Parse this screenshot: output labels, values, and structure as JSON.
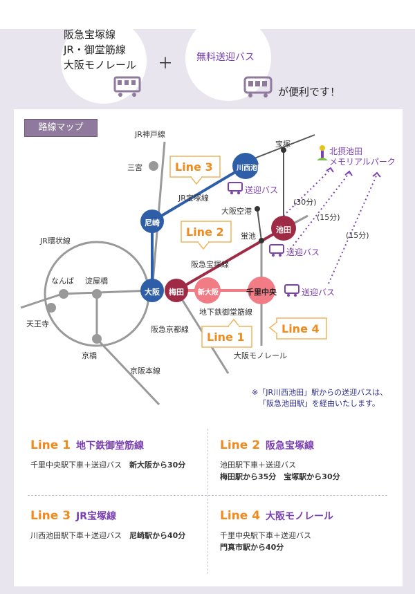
{
  "header": {
    "lines": [
      "阪急宝塚線",
      "JR・御堂筋線",
      "大阪モノレール"
    ],
    "plus": "＋",
    "bus_label": "無料送迎バス",
    "tagline": "が便利です！"
  },
  "map": {
    "title": "路線マップ",
    "stations": {
      "kawanishi": "川西池田",
      "amagasaki": "尼崎",
      "osaka": "大阪",
      "umeda": "梅田",
      "shinosaka": "新大阪",
      "senrichuo": "千里中央",
      "ikeda": "池田"
    },
    "labels": {
      "jr_kobe": "JR神戸線",
      "sannomiya": "三宮",
      "takarazuka": "宝塚",
      "jr_takarazuka": "JR宝塚線",
      "osaka_airport": "大阪空港",
      "hotarugaike": "蛍池",
      "hankyu_takarazuka": "阪急宝塚線",
      "jr_loop": "JR環状線",
      "namba": "なんば",
      "yodoyabashi": "淀屋橋",
      "tennoji": "天王寺",
      "kyobashi": "京橋",
      "keihan": "京阪本線",
      "hankyu_kyoto": "阪急京都線",
      "midosuji": "地下鉄御堂筋線",
      "monorail": "大阪モノレール",
      "park_1": "北摂池田",
      "park_2": "メモリアルパーク",
      "bus_1": "送迎バス",
      "bus_2": "送迎バス",
      "bus_3": "送迎バス",
      "time_1": "(30分)",
      "time_2": "(15分)",
      "time_3": "(15分)"
    },
    "callouts": {
      "line1": "Line 1",
      "line2": "Line 2",
      "line3": "Line 3",
      "line4": "Line 4"
    },
    "note": [
      "※「JR川西池田」駅からの送迎バスは、",
      "「阪急池田駅」を経由いたします。"
    ],
    "colors": {
      "blue": "#2f5ea8",
      "red": "#9e2a45",
      "pink": "#f27c86",
      "purple": "#7a3fb0",
      "orange": "#f08a1c",
      "gray": "#999999"
    }
  },
  "info": [
    {
      "num": "Line 1",
      "name": "地下鉄御堂筋線",
      "text": [
        "千里中央駅下車＋送迎バス"
      ],
      "bold": [
        "新大阪から30分"
      ]
    },
    {
      "num": "Line 2",
      "name": "阪急宝塚線",
      "text": [
        "池田駅下車＋送迎バス"
      ],
      "bold": [
        "梅田駅から35分",
        "宝塚駅から30分"
      ]
    },
    {
      "num": "Line 3",
      "name": "JR宝塚線",
      "text": [
        "川西池田駅下車＋送迎バス"
      ],
      "bold": [
        "尼崎駅から40分"
      ]
    },
    {
      "num": "Line 4",
      "name": "大阪モノレール",
      "text": [
        "千里中央駅下車＋送迎バス"
      ],
      "bold": [
        "門真市駅から40分"
      ]
    }
  ]
}
